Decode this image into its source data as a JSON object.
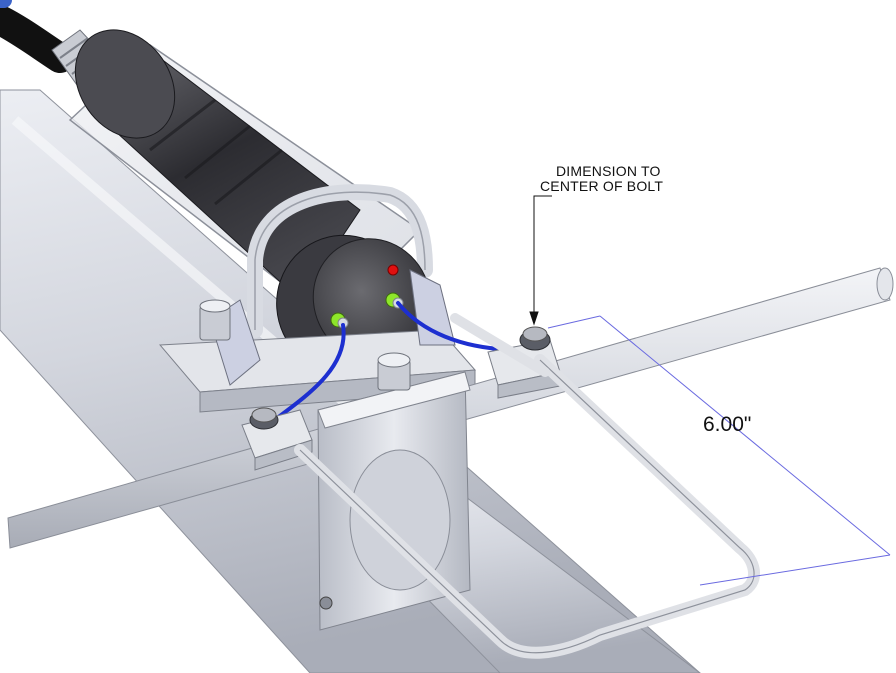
{
  "callout": {
    "line1": "DIMENSION TO",
    "line2": "CENTER OF BOLT"
  },
  "dimension": {
    "label": "6.00\""
  },
  "colors": {
    "dimension_line": "#6a6ae0",
    "cable": "#1d2fd0",
    "indicator_red": "#e01010",
    "fitting_green": "#8ee62a",
    "aluminum": "#d9dbe3",
    "sensor_body": "#3a3a3f"
  },
  "icons": {
    "corner_badge": "blue-tab-icon"
  }
}
